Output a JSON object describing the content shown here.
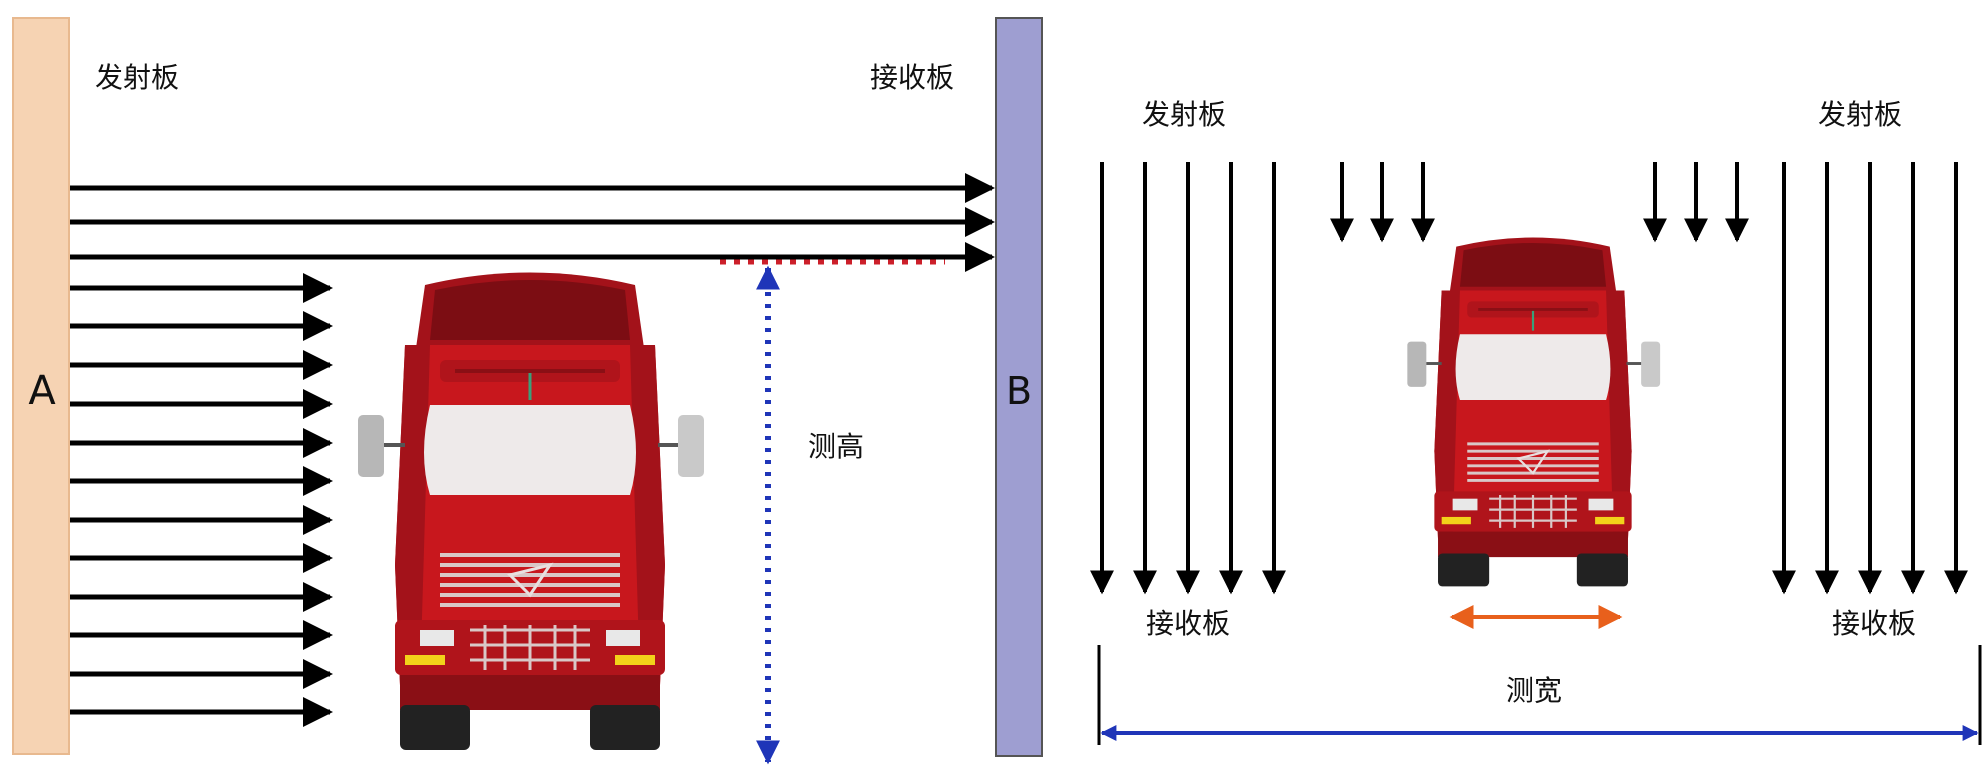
{
  "left_panel": {
    "emitter_label": "发射板",
    "receiver_label": "接收板",
    "board_a_letter": "A",
    "board_b_letter": "B",
    "measure_label": "测高",
    "board_a_color": "#f6d3b3",
    "board_b_color": "#9e9ed1",
    "measure_color": "#1f35b8",
    "dotted_line_color": "#cc1f2a"
  },
  "right_panel": {
    "emitter_left_label": "发射板",
    "emitter_right_label": "发射板",
    "receiver_left_label": "接收板",
    "receiver_right_label": "接收板",
    "measure_label": "测宽",
    "measure_color": "#1f35b8",
    "width_arrow_color": "#e8601c"
  },
  "truck": {
    "body_color": "#c8171d",
    "windshield_color": "#eeeaea",
    "mirror_color": "#b7b7b7",
    "tire_color": "#222222"
  }
}
